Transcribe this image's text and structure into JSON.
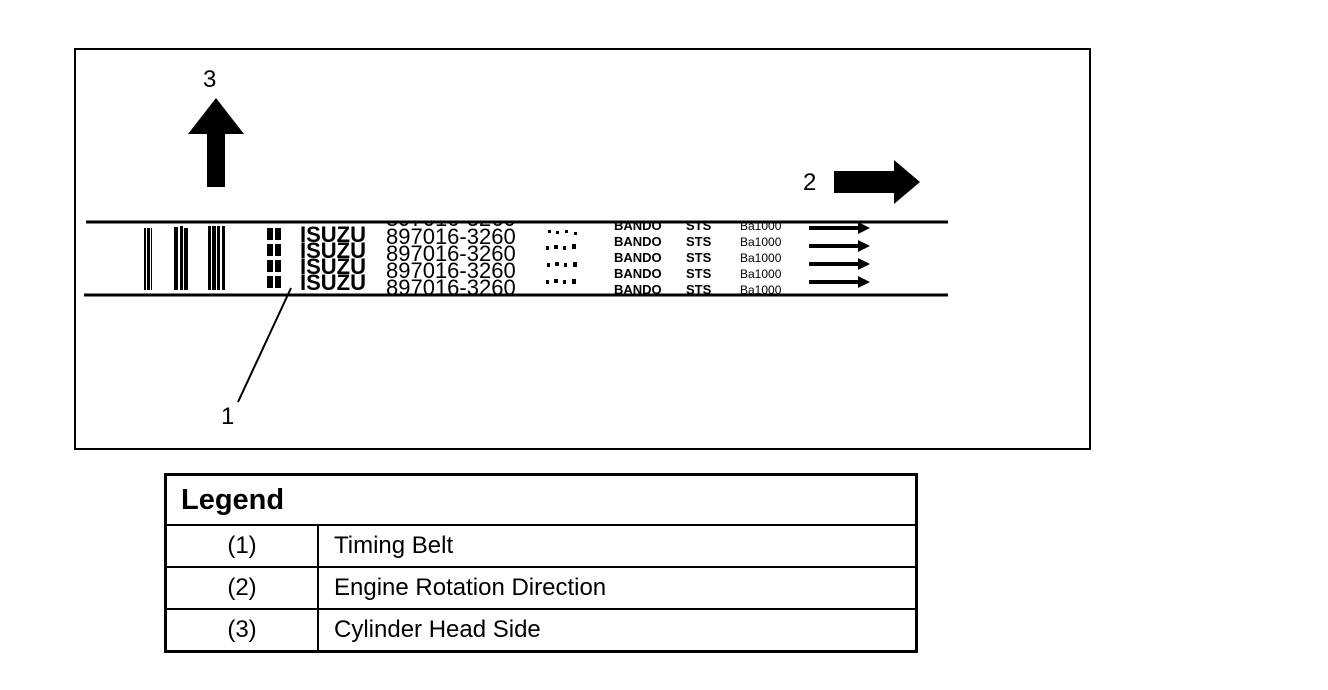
{
  "callouts": {
    "timing_belt": "1",
    "engine_rotation": "2",
    "cylinder_head": "3"
  },
  "belt_markings": {
    "brand": "ISUZU",
    "part_number": "897016-3260",
    "maker": "BANDO",
    "grade": "STS",
    "code": "Ba1000"
  },
  "legend": {
    "title": "Legend",
    "rows": [
      {
        "num": "(1)",
        "desc": "Timing Belt"
      },
      {
        "num": "(2)",
        "desc": "Engine Rotation Direction"
      },
      {
        "num": "(3)",
        "desc": "Cylinder Head Side"
      }
    ]
  }
}
